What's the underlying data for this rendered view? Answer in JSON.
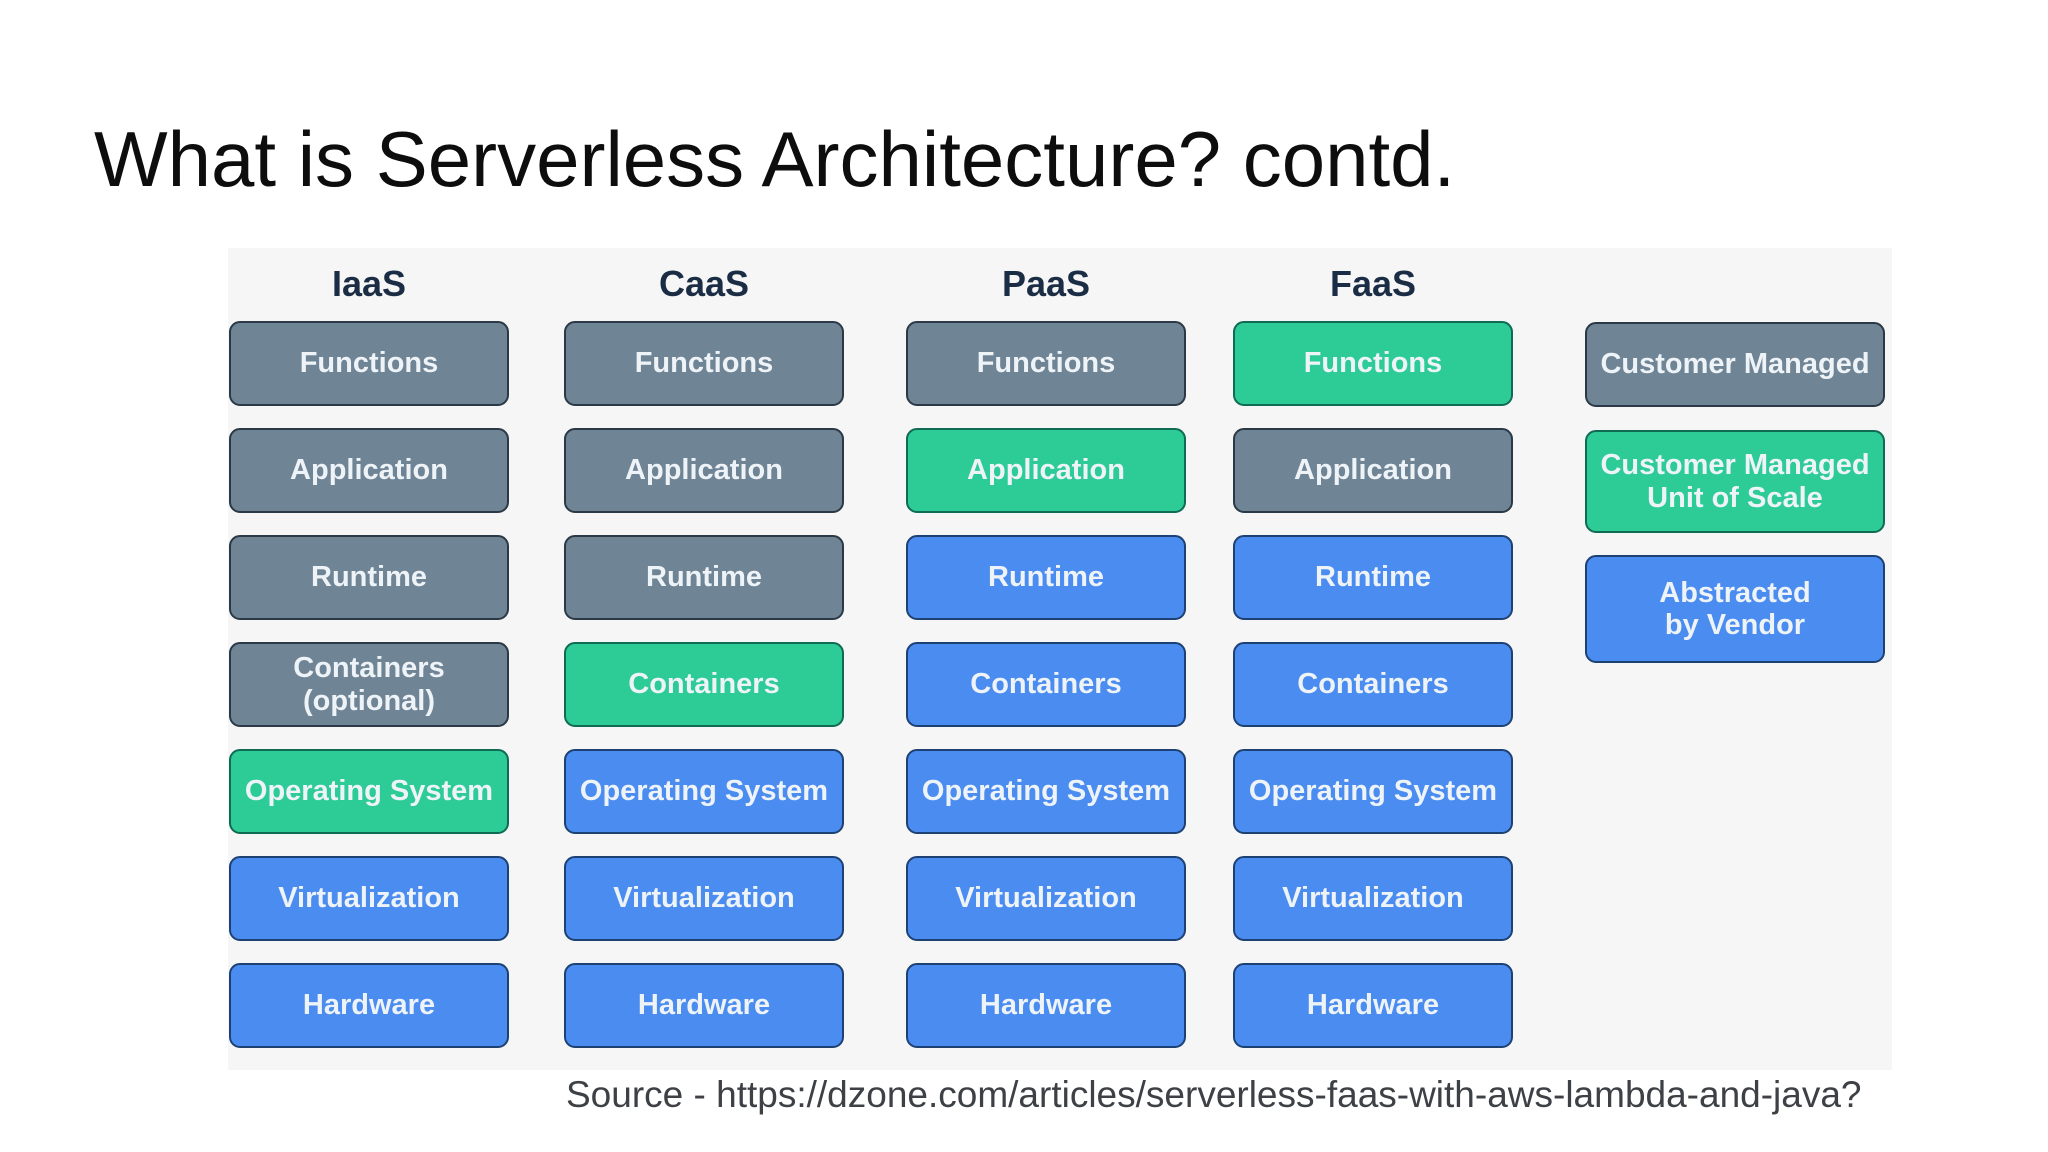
{
  "slide": {
    "title": "What is Serverless Architecture? contd.",
    "source_caption": "Source - https://dzone.com/articles/serverless-faas-with-aws-lambda-and-java?"
  },
  "diagram": {
    "colors": {
      "customer_managed": "#6f8495",
      "unit_of_scale": "#2dcb96",
      "vendor_abstracted": "#4a8cf0"
    },
    "columns": [
      {
        "header": "IaaS",
        "boxes": [
          {
            "label": "Functions",
            "category": "customer-managed"
          },
          {
            "label": "Application",
            "category": "customer-managed"
          },
          {
            "label": "Runtime",
            "category": "customer-managed"
          },
          {
            "label": "Containers\n(optional)",
            "category": "customer-managed"
          },
          {
            "label": "Operating System",
            "category": "unit-of-scale"
          },
          {
            "label": "Virtualization",
            "category": "vendor-abstracted"
          },
          {
            "label": "Hardware",
            "category": "vendor-abstracted"
          }
        ]
      },
      {
        "header": "CaaS",
        "boxes": [
          {
            "label": "Functions",
            "category": "customer-managed"
          },
          {
            "label": "Application",
            "category": "customer-managed"
          },
          {
            "label": "Runtime",
            "category": "customer-managed"
          },
          {
            "label": "Containers",
            "category": "unit-of-scale"
          },
          {
            "label": "Operating System",
            "category": "vendor-abstracted"
          },
          {
            "label": "Virtualization",
            "category": "vendor-abstracted"
          },
          {
            "label": "Hardware",
            "category": "vendor-abstracted"
          }
        ]
      },
      {
        "header": "PaaS",
        "boxes": [
          {
            "label": "Functions",
            "category": "customer-managed"
          },
          {
            "label": "Application",
            "category": "unit-of-scale"
          },
          {
            "label": "Runtime",
            "category": "vendor-abstracted"
          },
          {
            "label": "Containers",
            "category": "vendor-abstracted"
          },
          {
            "label": "Operating System",
            "category": "vendor-abstracted"
          },
          {
            "label": "Virtualization",
            "category": "vendor-abstracted"
          },
          {
            "label": "Hardware",
            "category": "vendor-abstracted"
          }
        ]
      },
      {
        "header": "FaaS",
        "boxes": [
          {
            "label": "Functions",
            "category": "unit-of-scale"
          },
          {
            "label": "Application",
            "category": "customer-managed"
          },
          {
            "label": "Runtime",
            "category": "vendor-abstracted"
          },
          {
            "label": "Containers",
            "category": "vendor-abstracted"
          },
          {
            "label": "Operating System",
            "category": "vendor-abstracted"
          },
          {
            "label": "Virtualization",
            "category": "vendor-abstracted"
          },
          {
            "label": "Hardware",
            "category": "vendor-abstracted"
          }
        ]
      }
    ],
    "legend": [
      {
        "label": "Customer Managed",
        "category": "customer-managed"
      },
      {
        "label": "Customer Managed\nUnit of Scale",
        "category": "unit-of-scale"
      },
      {
        "label": "Abstracted\nby Vendor",
        "category": "vendor-abstracted"
      }
    ]
  }
}
